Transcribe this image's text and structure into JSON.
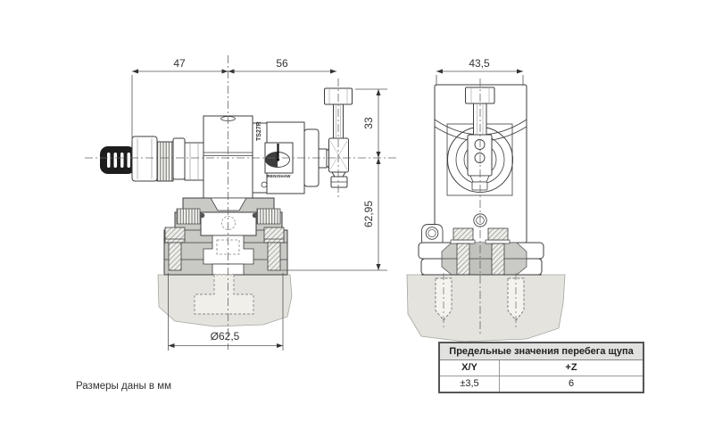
{
  "drawing": {
    "note": "Размеры даны в мм",
    "brand": "RENISHAW",
    "model": "TS27R",
    "dimensions": {
      "cable_to_center": "47",
      "center_to_stylus": "56",
      "stylus_height": "33",
      "center_to_base": "62,95",
      "base_diameter": "Ø62,5",
      "body_width": "43,5"
    }
  },
  "table": {
    "title": "Предельные значения перебега щупа",
    "columns": [
      "X/Y",
      "+Z"
    ],
    "values": [
      "±3,5",
      "6"
    ]
  },
  "colors": {
    "line": "#3d3d3d",
    "section_gray": "#c9c9c5",
    "ground_gray": "#e4e3de",
    "cable_black": "#1d1d1d",
    "table_header_bg": "#e1e1e0"
  }
}
